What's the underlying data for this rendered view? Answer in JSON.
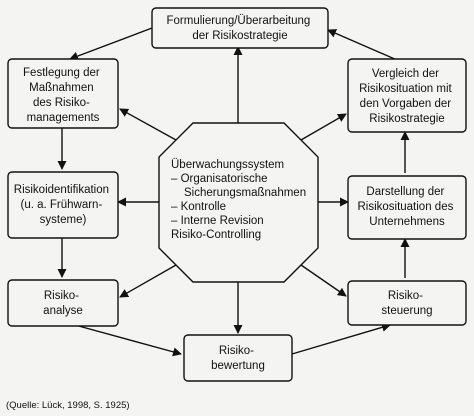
{
  "boxes": {
    "top": [
      "Formulierung/Überarbeitung",
      "der Risikostrategie"
    ],
    "left_top": [
      "Festlegung der",
      "Maßnahmen",
      "des Risiko-",
      "managements"
    ],
    "right_top": [
      "Vergleich der",
      "Risikosituation mit",
      "den Vorgaben der",
      "Risikostrategie"
    ],
    "left_mid": [
      "Risikoidentifikation",
      "(u. a. Frühwarn-",
      "systeme)"
    ],
    "right_mid": [
      "Darstellung der",
      "Risikosituation des",
      "Unternehmens"
    ],
    "left_bottom": [
      "Risiko-",
      "analyse"
    ],
    "right_bottom": [
      "Risiko-",
      "steuerung"
    ],
    "bottom": [
      "Risiko-",
      "bewertung"
    ]
  },
  "center": {
    "title": "Überwachungssystem",
    "items": [
      "– Organisatorische",
      "Sicherungsmaßnahmen",
      "– Kontrolle",
      "– Interne Revision"
    ],
    "footer": "Risiko-Controlling"
  },
  "source": "(Quelle: Lück, 1998, S. 1925)"
}
